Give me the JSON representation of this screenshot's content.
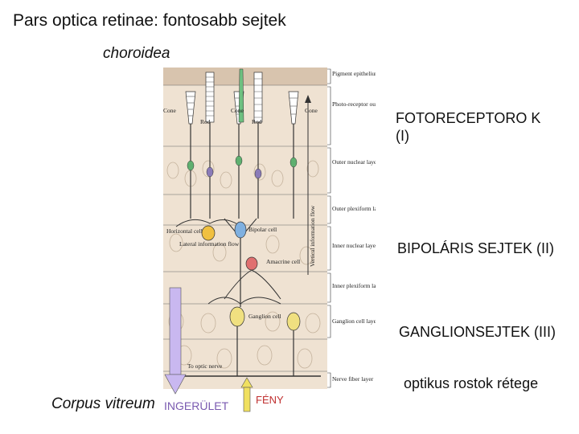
{
  "title": "Pars optica retinae: fontosabb sejtek",
  "choroid_label": "choroidea",
  "side_labels": {
    "photoreceptors": "FOTORECEPTORO K (I)",
    "bipolar": "BIPOLÁRIS SEJTEK (II)",
    "ganglion": "GANGLIONSEJTEK (III)",
    "optic_fibers": "optikus rostok rétege"
  },
  "corpus_label": "Corpus vitreum",
  "impulse_label": "INGERÜLET",
  "light_label": "FÉNY",
  "diagram": {
    "layers": [
      "Pigment epithelium",
      "Photo-receptor outer segments",
      "Outer nuclear layer",
      "Outer plexiform layer",
      "Inner nuclear layer",
      "Inner plexiform layer",
      "Ganglion cell layer",
      "Nerve fiber layer"
    ],
    "cells": {
      "cone1": "Cone",
      "rod1": "Rod",
      "cone2": "Cone",
      "rod2": "Rod",
      "cone3": "Cone",
      "horizontal": "Horizontal cell",
      "lateral": "Lateral information flow",
      "bipolar": "Bipolar cell",
      "amacrine": "Amacrine cell",
      "ganglion": "Ganglion cell",
      "optic_nerve": "To optic nerve",
      "vertical": "Vertical information flow"
    },
    "colors": {
      "horizontal": "#f0c040",
      "bipolar": "#7fb0e0",
      "amacrine": "#e07070",
      "ganglion": "#f0e080",
      "receptor": "#8a7bb8",
      "cone_nucleus": "#5fb070",
      "down_arrow": "#c9b8f0",
      "up_arrow": "#f0e060"
    }
  }
}
